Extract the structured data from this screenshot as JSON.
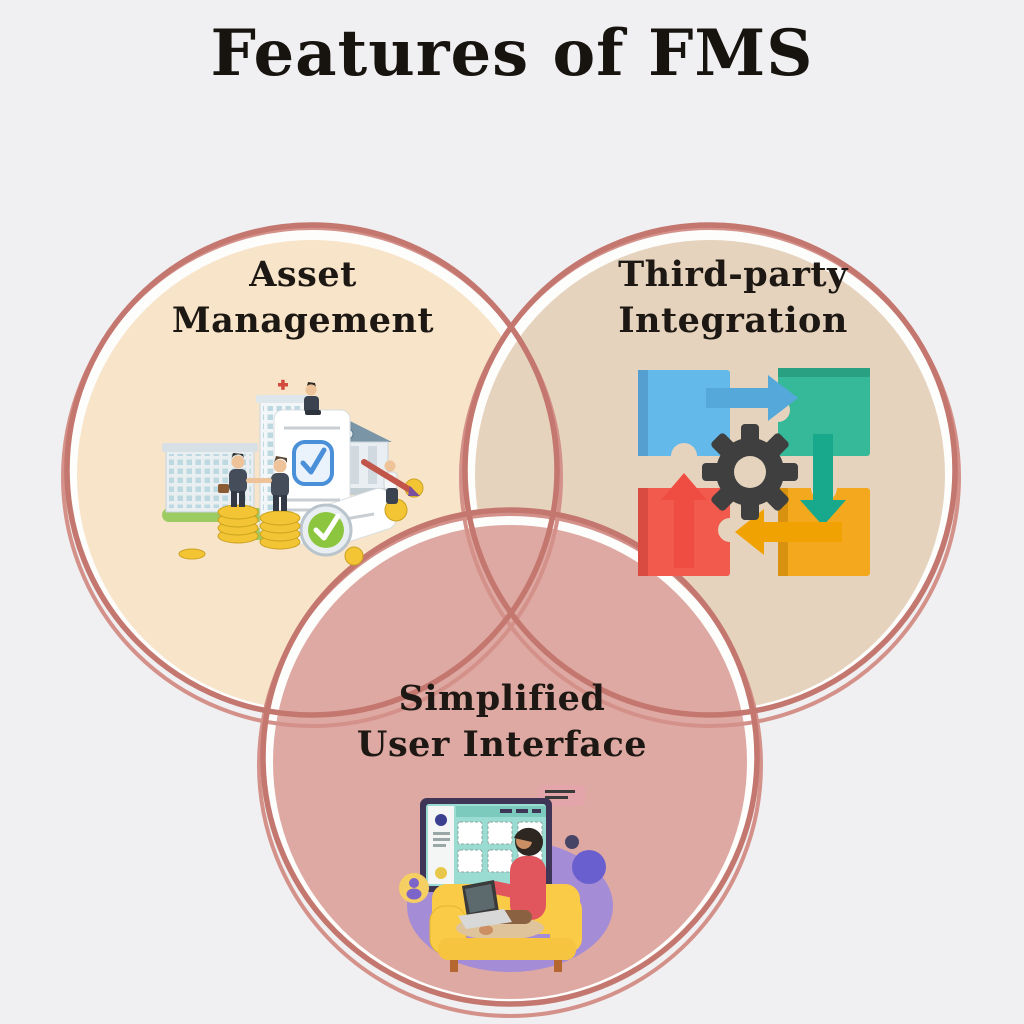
{
  "title": "Features of FMS",
  "background_color": "#f0eff1",
  "venn": {
    "outline_color": "#c3776f",
    "outline_soft_color": "#d4918a",
    "circles": [
      {
        "id": "asset-management",
        "label": "Asset\nManagement",
        "fill": "#f8e4c9"
      },
      {
        "id": "third-party-integration",
        "label": "Third-party\nIntegration",
        "fill": "#e6d3be"
      },
      {
        "id": "simplified-user-interface",
        "label": "Simplified\nUser Interface",
        "fill": "#dfa9a3"
      }
    ]
  },
  "icons": [
    {
      "name": "asset-management-illustration",
      "meaning": "buildings, businessmen on coin stacks, verified contract"
    },
    {
      "name": "third-party-integration-illustration",
      "meaning": "four puzzle pieces with arrows around a gear"
    },
    {
      "name": "simplified-user-interface-illustration",
      "meaning": "person with laptop on couch beside dashboard screen"
    }
  ],
  "illustration_palette": {
    "puzzle_blue": "#63b9e9",
    "puzzle_teal": "#35b999",
    "puzzle_red": "#f25a4e",
    "puzzle_yellow": "#f3a81d",
    "gear_gray": "#3f3f3f",
    "coin_gold": "#f3c433",
    "couch_yellow": "#f9cb47",
    "sweater_red": "#e0565c",
    "blob_purple": "#a58cd6",
    "screen_teal": "#9adcd2"
  }
}
